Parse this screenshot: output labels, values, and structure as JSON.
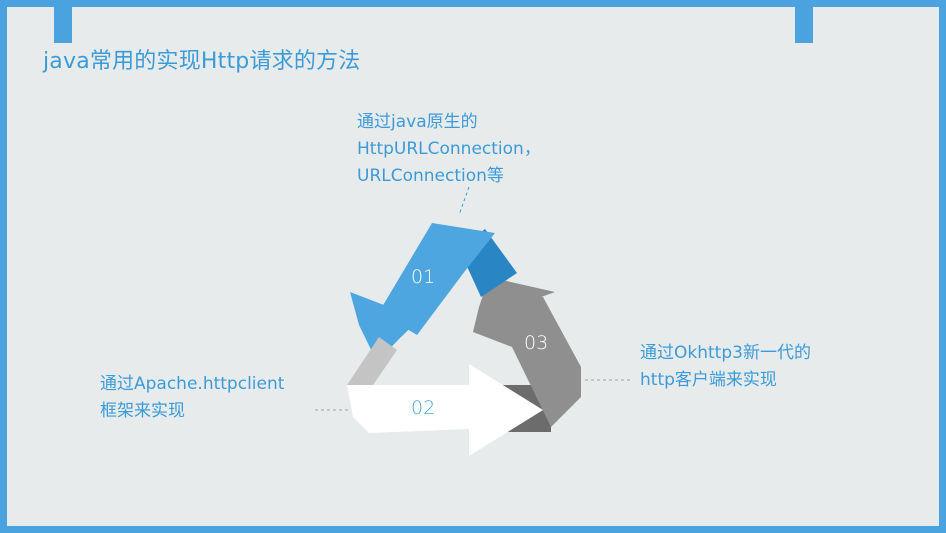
{
  "title": "java常用的实现Http请求的方法",
  "steps": [
    {
      "number": "01",
      "lines": [
        "通过java原生的",
        "HttpURLConnection，",
        "URLConnection等"
      ]
    },
    {
      "number": "02",
      "lines": [
        "通过Apache.httpclient",
        "框架来实现"
      ]
    },
    {
      "number": "03",
      "lines": [
        "通过Okhttp3新一代的",
        "http客户端来实现"
      ]
    }
  ],
  "colors": {
    "frame": "#4aa3df",
    "background": "#e8ebeb",
    "text_accent": "#3b9bd9",
    "arrow_01": "#4ea6e0",
    "arrow_01_dark": "#2a85c4",
    "arrow_02": "#ffffff",
    "arrow_02_dark": "#6c6c6c",
    "arrow_03": "#8f8f8f",
    "arrow_03_light": "#c4c4c4"
  }
}
